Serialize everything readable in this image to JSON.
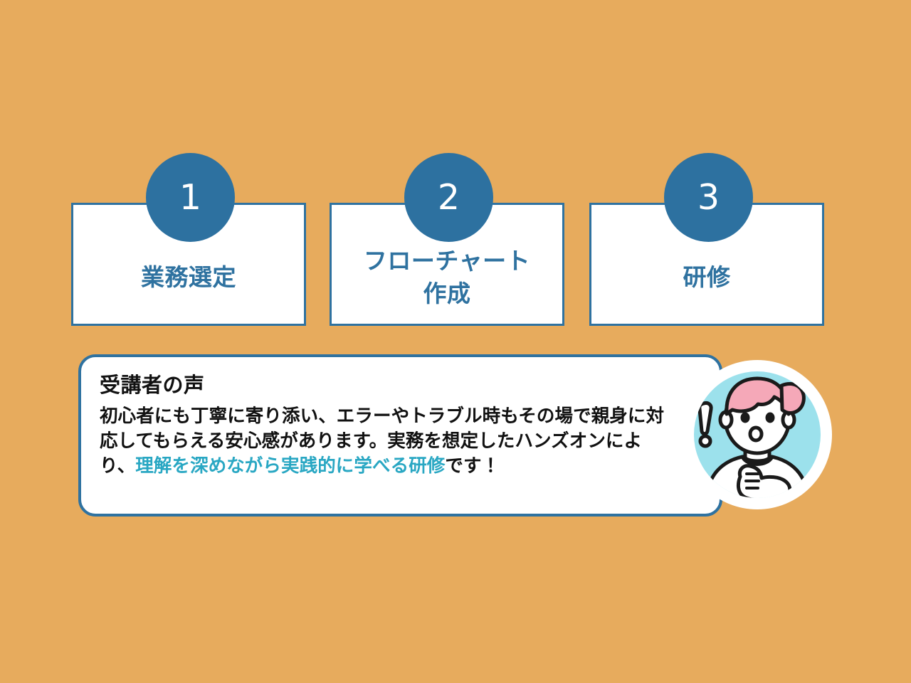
{
  "slide": {
    "background_color": "#e7ab5d",
    "accent_blue": "#2d71a0",
    "highlight_cyan": "#29a7c3",
    "avatar_circle_color": "#9ce1ec",
    "avatar_hair_color": "#f5a8b8"
  },
  "steps": [
    {
      "number": "1",
      "label": "業務選定"
    },
    {
      "number": "2",
      "label": "フローチャート\n作成"
    },
    {
      "number": "3",
      "label": "研修"
    }
  ],
  "testimonial": {
    "title": "受講者の声",
    "body_part1": "初心者にも丁寧に寄り添い、エラーやトラブル時もその場で親身に対応してもらえる安心感があります。実務を想定したハンズオンにより、",
    "body_highlight": "理解を深めながら実践的に学べる研修",
    "body_part2": "です！"
  },
  "avatar": {
    "icon": "surprised-person-icon",
    "exclamation": "!"
  }
}
